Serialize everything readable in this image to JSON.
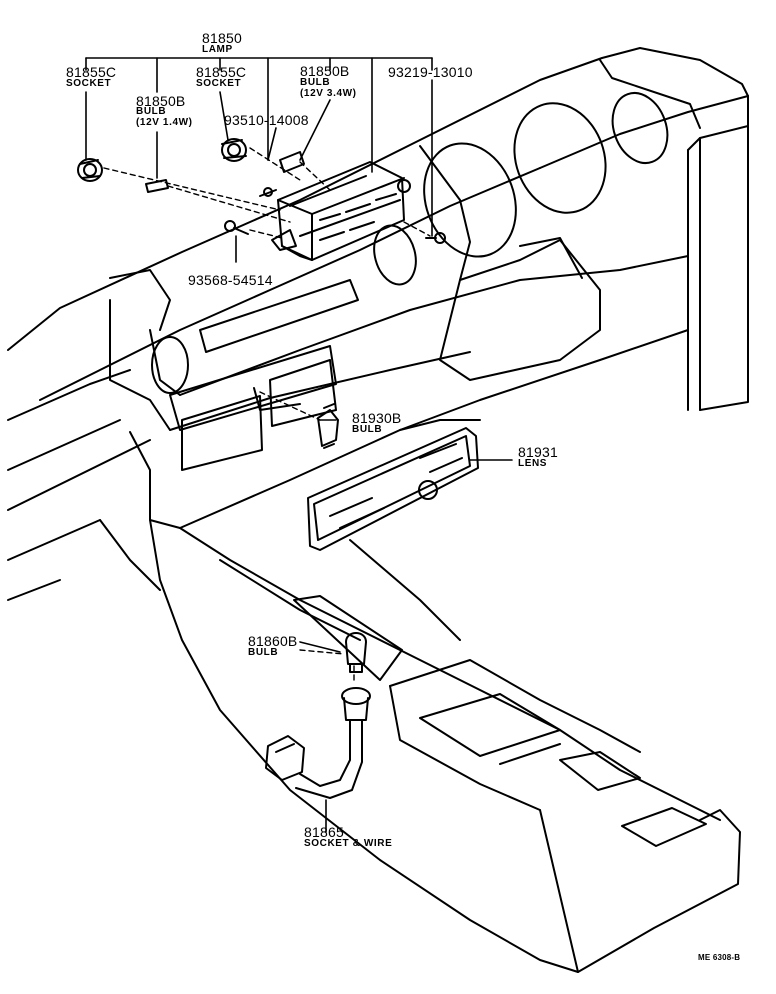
{
  "diagram": {
    "lamp": {
      "part_number": "81850",
      "name": "LAMP"
    },
    "socket_left": {
      "part_number": "81855C",
      "name": "SOCKET"
    },
    "bulb_small": {
      "part_number": "81850B",
      "name": "BULB",
      "spec": "(12V 1.4W)"
    },
    "socket_right": {
      "part_number": "81855C",
      "name": "SOCKET"
    },
    "bulb_large": {
      "part_number": "81850B",
      "name": "BULB",
      "spec": "(12V 3.4W)"
    },
    "clip": {
      "part_number": "93219-13010"
    },
    "screw_a": {
      "part_number": "93510-14008"
    },
    "screw_b": {
      "part_number": "93568-54514"
    },
    "bulb_festoon": {
      "part_number": "81930B",
      "name": "BULB"
    },
    "lens": {
      "part_number": "81931",
      "name": "LENS"
    },
    "bulb_console": {
      "part_number": "81860B",
      "name": "BULB"
    },
    "socket_wire": {
      "part_number": "81865",
      "name": "SOCKET & WIRE"
    },
    "drawing_ref": "ME 6308-B"
  }
}
